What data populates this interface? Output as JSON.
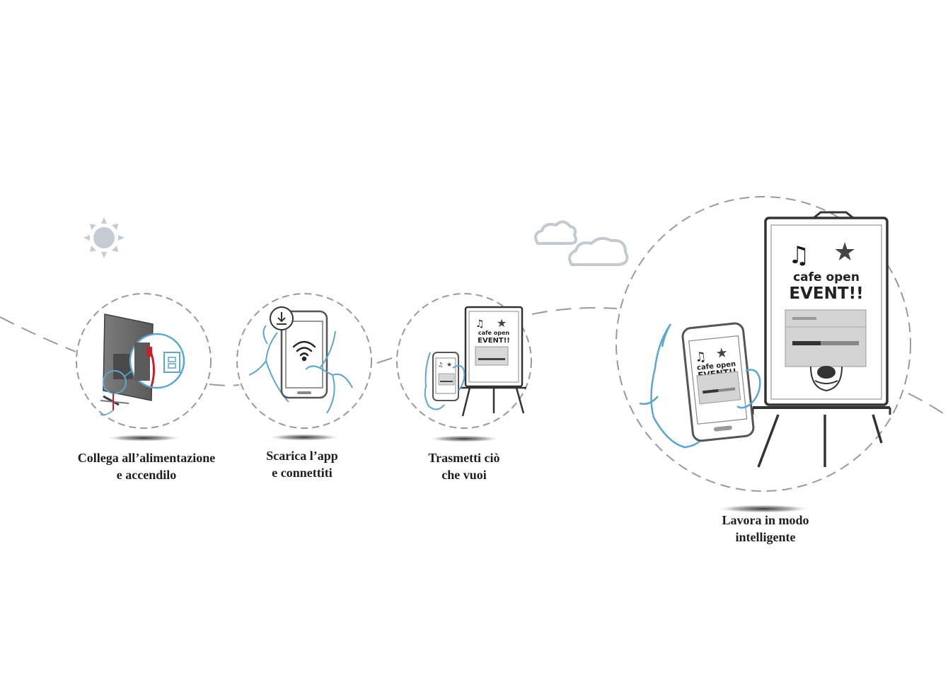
{
  "steps": [
    {
      "id": "power",
      "label_line1": "Collega all’alimentazione",
      "label_line2": "e accendilo"
    },
    {
      "id": "app",
      "label_line1": "Scarica l’app",
      "label_line2": "e connettiti"
    },
    {
      "id": "transmit",
      "label_line1": "Trasmetti ciò",
      "label_line2": "che vuoi"
    },
    {
      "id": "smart",
      "label_line1": "Lavora in modo",
      "label_line2": "intelligente"
    }
  ],
  "screen_text": {
    "line1": "cafe open",
    "line2": "EVENT!!"
  },
  "icons": [
    "sun-icon",
    "cloud-icon",
    "download-icon",
    "wifi-icon",
    "music-note-icon",
    "star-icon"
  ],
  "colors": {
    "line_art_blue": "#5ba7d0",
    "cable_red": "#c8202a",
    "dashed_gray": "#9a9a9a",
    "sun_gray": "#c6ccd3",
    "cloud_gray": "#c3cacf",
    "text": "#1e1e1e"
  }
}
